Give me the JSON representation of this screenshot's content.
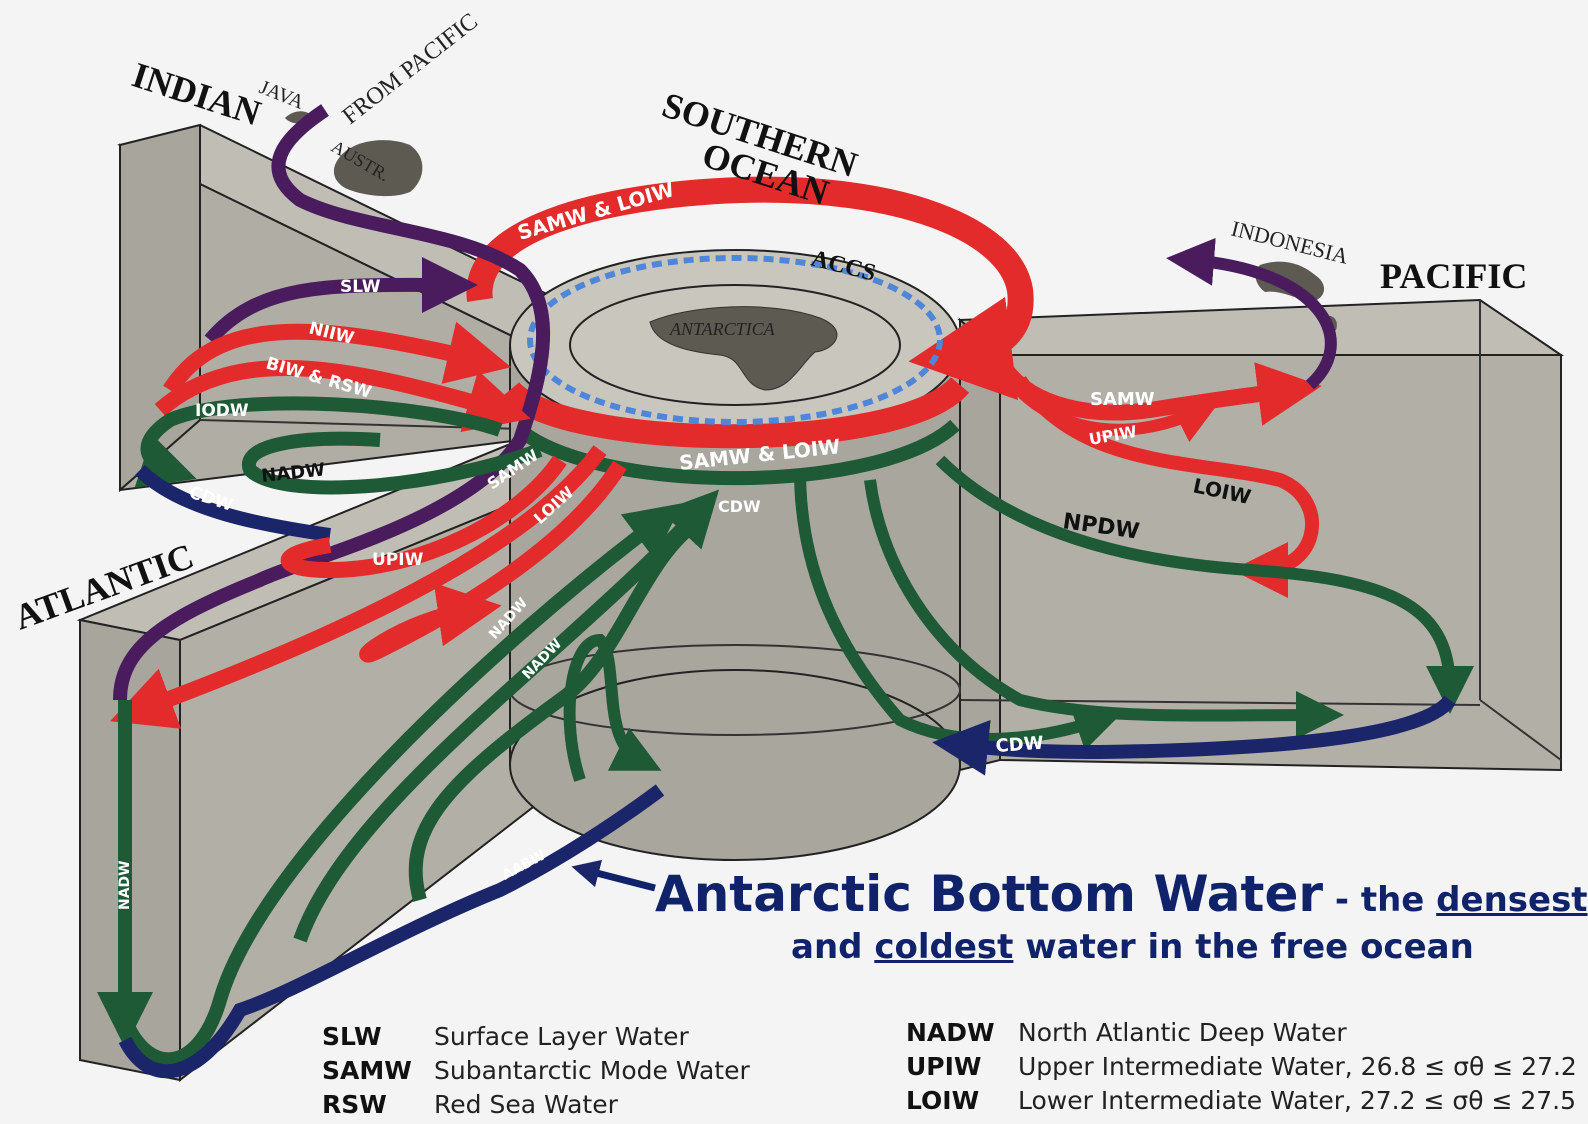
{
  "basins": {
    "indian": "INDIAN",
    "southern_ocean_1": "SOUTHERN",
    "southern_ocean_2": "OCEAN",
    "pacific": "PACIFIC",
    "atlantic": "ATLANTIC"
  },
  "places": {
    "java": "JAVA",
    "austr": "AUSTR.",
    "from_pacific": "FROM PACIFIC",
    "indonesia": "INDONESIA",
    "antarctica": "ANTARCTICA",
    "accs": "ACCS"
  },
  "flows": {
    "samw_loiw_top": "SAMW & LOIW",
    "slw": "SLW",
    "niiw": "NIIW",
    "biw_rsw": "BIW & RSW",
    "iodw": "IODW",
    "nadw_indian": "NADW",
    "cdw_indian": "CDW",
    "samw_center": "SAMW",
    "loiw_center": "LOIW",
    "upiw_atlantic": "UPIW",
    "samw_loiw_ring": "SAMW & LOIW",
    "cdw_ring": "CDW",
    "samw_pacific": "SAMW",
    "upiw_pacific": "UPIW",
    "loiw_pacific": "LOIW",
    "npdw": "NPDW",
    "cdw_pacific": "CDW",
    "nadw_atl_1": "NADW",
    "nadw_atl_2": "NADW",
    "nadw_atl_vertical": "NADW",
    "aabw": "AABW"
  },
  "callout": {
    "title": "Antarctic Bottom Water",
    "dash": " - the ",
    "densest": "densest",
    "and": "and ",
    "coldest": "coldest",
    "rest": " water in the free ocean"
  },
  "legend_left": [
    {
      "abbr": "SLW",
      "text": "Surface Layer Water"
    },
    {
      "abbr": "SAMW",
      "text": "Subantarctic Mode Water"
    },
    {
      "abbr": "RSW",
      "text": "Red Sea Water"
    }
  ],
  "legend_right": [
    {
      "abbr": "NADW",
      "text": "North Atlantic Deep Water"
    },
    {
      "abbr": "UPIW",
      "text": "Upper Intermediate Water, 26.8 ≤ σθ ≤ 27.2"
    },
    {
      "abbr": "LOIW",
      "text": "Lower Intermediate Water, 27.2 ≤ σθ ≤ 27.5"
    }
  ],
  "colors": {
    "red": "#e32b2b",
    "green": "#1d5a35",
    "navy": "#1b2569",
    "purple": "#4a1c5e",
    "box": "#b1aea6",
    "callout": "#10236a"
  }
}
